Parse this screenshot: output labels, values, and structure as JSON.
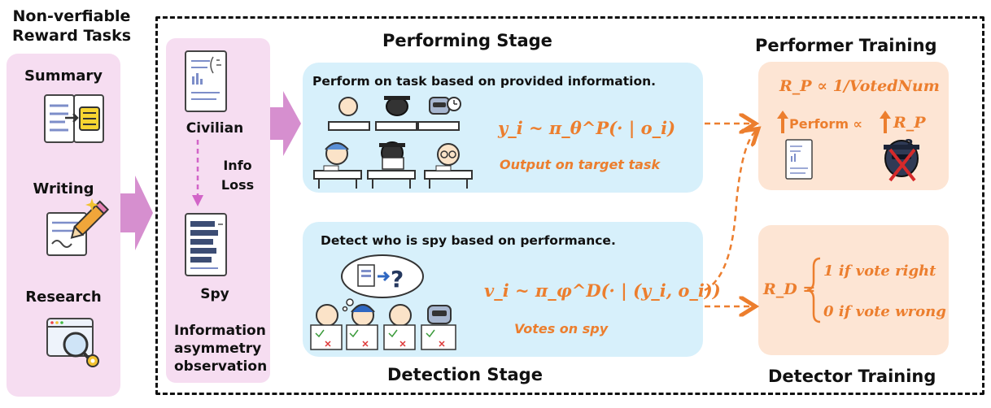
{
  "left": {
    "title_line1": "Non-verfiable",
    "title_line2": "Reward Tasks",
    "tasks": [
      "Summary",
      "Writing",
      "Research"
    ]
  },
  "observation": {
    "civilian": "Civilian",
    "info_loss_line1": "Info",
    "info_loss_line2": "Loss",
    "spy": "Spy",
    "caption_line1": "Information",
    "caption_line2": "asymmetry",
    "caption_line3": "observation"
  },
  "performing": {
    "title": "Performing Stage",
    "instruction": "Perform on task based on provided information.",
    "formula": "y_i ~ π_θ^P(· | o_i)",
    "formula_caption": "Output on target task"
  },
  "detection": {
    "title": "Detection Stage",
    "instruction": "Detect who is spy based on performance.",
    "formula": "v_i ~ π_φ^D(· | (y_i, o_i))",
    "formula_caption": "Votes on spy"
  },
  "performer_training": {
    "title": "Performer Training",
    "formula": "R_P ∝ 1/VotedNum",
    "perform_text": "Perform ∝",
    "rp_label": "R_P"
  },
  "detector_training": {
    "title": "Detector Training",
    "formula_lhs": "R_D =",
    "case1": "1 if vote right",
    "case2": "0 if vote wrong"
  },
  "colors": {
    "pink_panel": "#f6ddf1",
    "blue_box": "#d7f0fb",
    "orange_box": "#fde5d4",
    "orange_accent": "#ec7e2e",
    "arrow_pink": "#d68fcf"
  }
}
